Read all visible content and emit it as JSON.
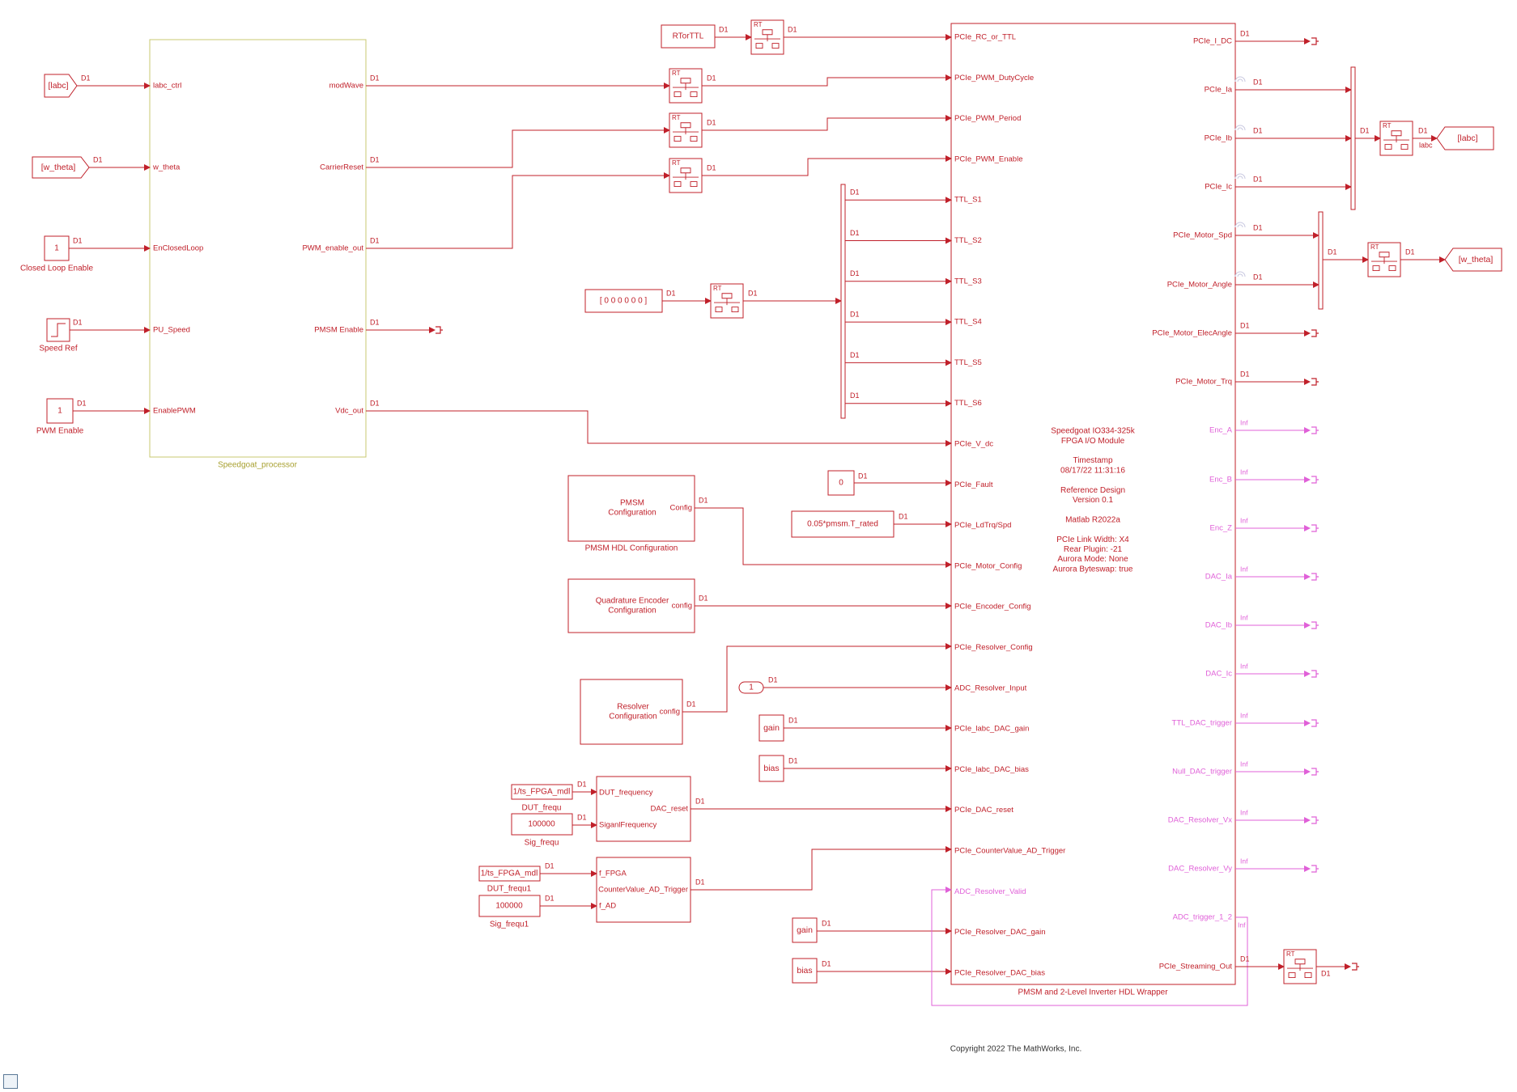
{
  "colors": {
    "block": "#c0202a",
    "trigger": "#e060d8",
    "subsystem": "#c8c870",
    "subsystem_text": "#a8a030"
  },
  "icons": {
    "rate_transition": "rt-icon",
    "terminator": "terminator-icon",
    "step": "step-icon",
    "zoom": "fit-view-icon"
  },
  "signals": {
    "d1": "D1",
    "inf": "Inf",
    "rt": "RT"
  },
  "inputs": {
    "labc_from": "[labc]",
    "labc_to": "[labc]",
    "wtheta_from": "[w_theta]",
    "wtheta_to": "[w_theta]",
    "closed_loop_value": "1",
    "closed_loop_label": "Closed Loop Enable",
    "speed_ref_label": "Speed Ref",
    "pwm_enable_value": "1",
    "pwm_enable_label": "PWM Enable",
    "rtorttl": "RTorTTL",
    "ttl_vector": "[ 0 0 0 0 0 0 ]",
    "fault_value": "0",
    "ldtrq_value": "0.05*pmsm.T_rated",
    "resolver_const": "1",
    "gain1": "gain",
    "bias1": "bias",
    "gain2": "gain",
    "bias2": "bias",
    "dut_freq_value": "1/ts_FPGA_mdl",
    "dut_freq_label": "DUT_frequ",
    "sig_freq_value": "100000",
    "sig_freq_label": "Sig_frequ",
    "dut_freq1_value": "1/ts_FPGA_mdl",
    "dut_freq1_label": "DUT_frequ1",
    "sig_freq1_value": "100000",
    "sig_freq1_label": "Sig_frequ1",
    "labc_port_label": "labc"
  },
  "processor": {
    "name": "Speedgoat_processor",
    "in_ports": [
      "labc_ctrl",
      "w_theta",
      "EnClosedLoop",
      "PU_Speed",
      "EnablePWM"
    ],
    "out_ports": [
      "modWave",
      "CarrierReset",
      "PWM_enable_out",
      "PMSM Enable",
      "Vdc_out"
    ]
  },
  "config_blocks": {
    "pmsm_title": "PMSM\nConfiguration",
    "pmsm_port": "Config",
    "pmsm_label": "PMSM HDL Configuration",
    "encoder_title": "Quadrature Encoder\nConfiguration",
    "encoder_port": "config",
    "resolver_title": "Resolver\nConfiguration",
    "resolver_port": "config",
    "dac_in1": "DUT_frequency",
    "dac_in2": "SiganlFrequency",
    "dac_out": "DAC_reset",
    "ad_in1": "f_FPGA",
    "ad_in2": "f_AD",
    "ad_out": "CounterValue_AD_Trigger"
  },
  "wrapper": {
    "name": "PMSM and 2-Level Inverter HDL Wrapper",
    "in_ports": [
      "PCIe_RC_or_TTL",
      "PCIe_PWM_DutyCycle",
      "PCIe_PWM_Period",
      "PCIe_PWM_Enable",
      "TTL_S1",
      "TTL_S2",
      "TTL_S3",
      "TTL_S4",
      "TTL_S5",
      "TTL_S6",
      "PCIe_V_dc",
      "PCIe_Fault",
      "PCIe_LdTrq/Spd",
      "PCIe_Motor_Config",
      "PCIe_Encoder_Config",
      "PCIe_Resolver_Config",
      "ADC_Resolver_Input",
      "PCIe_labc_DAC_gain",
      "PCIe_labc_DAC_bias",
      "PCIe_DAC_reset",
      "PCIe_CounterValue_AD_Trigger",
      "ADC_Resolver_Valid",
      "PCIe_Resolver_DAC_gain",
      "PCIe_Resolver_DAC_bias"
    ],
    "out_ports": [
      "PCIe_I_DC",
      "PCIe_Ia",
      "PCIe_Ib",
      "PCIe_Ic",
      "PCIe_Motor_Spd",
      "PCIe_Motor_Angle",
      "PCIe_Motor_ElecAngle",
      "PCIe_Motor_Trq",
      "Enc_A",
      "Enc_B",
      "Enc_Z",
      "DAC_Ia",
      "DAC_Ib",
      "DAC_Ic",
      "TTL_DAC_trigger",
      "Null_DAC_trigger",
      "DAC_Resolver_Vx",
      "DAC_Resolver_Vy",
      "ADC_trigger_1_2",
      "PCIe_Streaming_Out"
    ],
    "info_lines": [
      "Speedgoat IO334-325k",
      "FPGA I/O Module",
      "",
      "Timestamp",
      "08/17/22 11:31:16",
      "",
      "Reference Design",
      "Version 0.1",
      "",
      "Matlab R2022a",
      "",
      "PCIe Link Width: X4",
      "Rear Plugin: -21",
      "Aurora Mode: None",
      "Aurora Byteswap: true"
    ]
  },
  "copyright": "Copyright 2022 The MathWorks, Inc."
}
